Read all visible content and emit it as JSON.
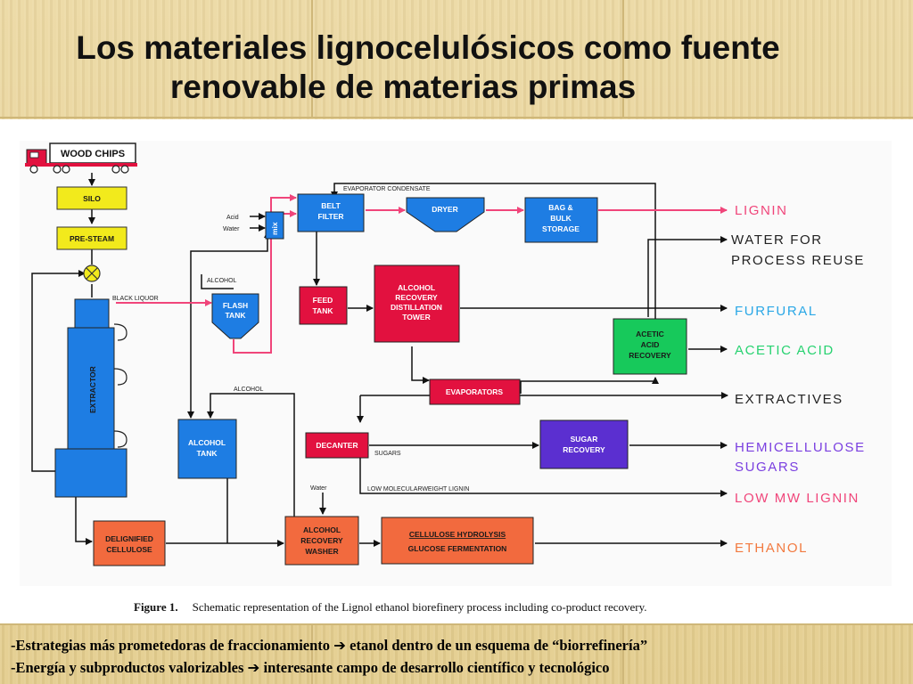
{
  "slide": {
    "title_line1": "Los materiales lignocelulósicos como fuente",
    "title_line2": "renovable de materias primas"
  },
  "diagram": {
    "truck_label": "WOOD CHIPS",
    "boxes": {
      "silo": "SILO",
      "pre_steam": "PRE-STEAM",
      "extractor": "EXTRACTOR",
      "mix": "mix",
      "belt_filter": [
        "BELT",
        "FILTER"
      ],
      "dryer": "DRYER",
      "bag_bulk_storage": [
        "BAG &",
        "BULK",
        "STORAGE"
      ],
      "flash_tank": [
        "FLASH",
        "TANK"
      ],
      "feed_tank": [
        "FEED",
        "TANK"
      ],
      "alcohol_recovery_tower": [
        "ALCOHOL",
        "RECOVERY",
        "DISTILLATION",
        "TOWER"
      ],
      "acetic_acid_recovery": [
        "ACETIC",
        "ACID",
        "RECOVERY"
      ],
      "evaporators": "EVAPORATORS",
      "alcohol_tank": [
        "ALCOHOL",
        "TANK"
      ],
      "decanter": "DECANTER",
      "sugar_recovery": [
        "SUGAR",
        "RECOVERY"
      ],
      "delignified_cellulose": [
        "DELIGNIFIED",
        "CELLULOSE"
      ],
      "alcohol_recovery_washer": [
        "ALCOHOL",
        "RECOVERY",
        "WASHER"
      ],
      "cellulose_hydrolysis": [
        "CELLULOSE  HYDROLYSIS",
        "GLUCOSE  FERMENTATION"
      ]
    },
    "small_labels": {
      "evaporator_condensate": "EVAPORATOR  CONDENSATE",
      "acid": "Acid",
      "water_in": "Water",
      "alcohol_top": "ALCOHOL",
      "black_liquor": "BLACK LIQUOR",
      "alcohol_mid": "ALCOHOL",
      "sugars": "SUGARS",
      "water_washer": "Water",
      "low_mw_lignin_stream": "LOW  MOLECULARWEIGHT  LIGNIN"
    },
    "outputs": {
      "lignin": "LIGNIN",
      "water_line1": "WATER  FOR",
      "water_line2": "PROCESS  REUSE",
      "furfural": "FURFURAL",
      "acetic_acid": "ACETIC  ACID",
      "extractives": "EXTRACTIVES",
      "hemicellulose_line1": "HEMICELLULOSE",
      "hemicellulose_line2": "SUGARS",
      "low_mw_lignin": "LOW  MW  LIGNIN",
      "ethanol": "ETHANOL"
    },
    "colors": {
      "yellow": "#f2ea1c",
      "blue": "#1e7de3",
      "red": "#e2113f",
      "green": "#17c95b",
      "purple": "#5b2fd0",
      "orange": "#f26a3e",
      "pink_line": "#f0457a",
      "lignin_text": "#f0457a",
      "furfural_text": "#2aa7e6",
      "acetic_text": "#27d270",
      "hemicellulose_text": "#7a3fe0",
      "ethanol_text": "#f27a40"
    }
  },
  "caption": {
    "label": "Figure 1.",
    "text": "Schematic representation of the Lignol ethanol biorefinery process including co-product recovery."
  },
  "bullets": [
    {
      "before": "-Estrategias más prometedoras de fraccionamiento",
      "arrow": "➔",
      "after": "etanol dentro de un esquema de “biorrefinería”"
    },
    {
      "before": "-Energía y subproductos valorizables",
      "arrow": "➔",
      "after": "interesante campo de desarrollo científico y tecnológico"
    }
  ]
}
